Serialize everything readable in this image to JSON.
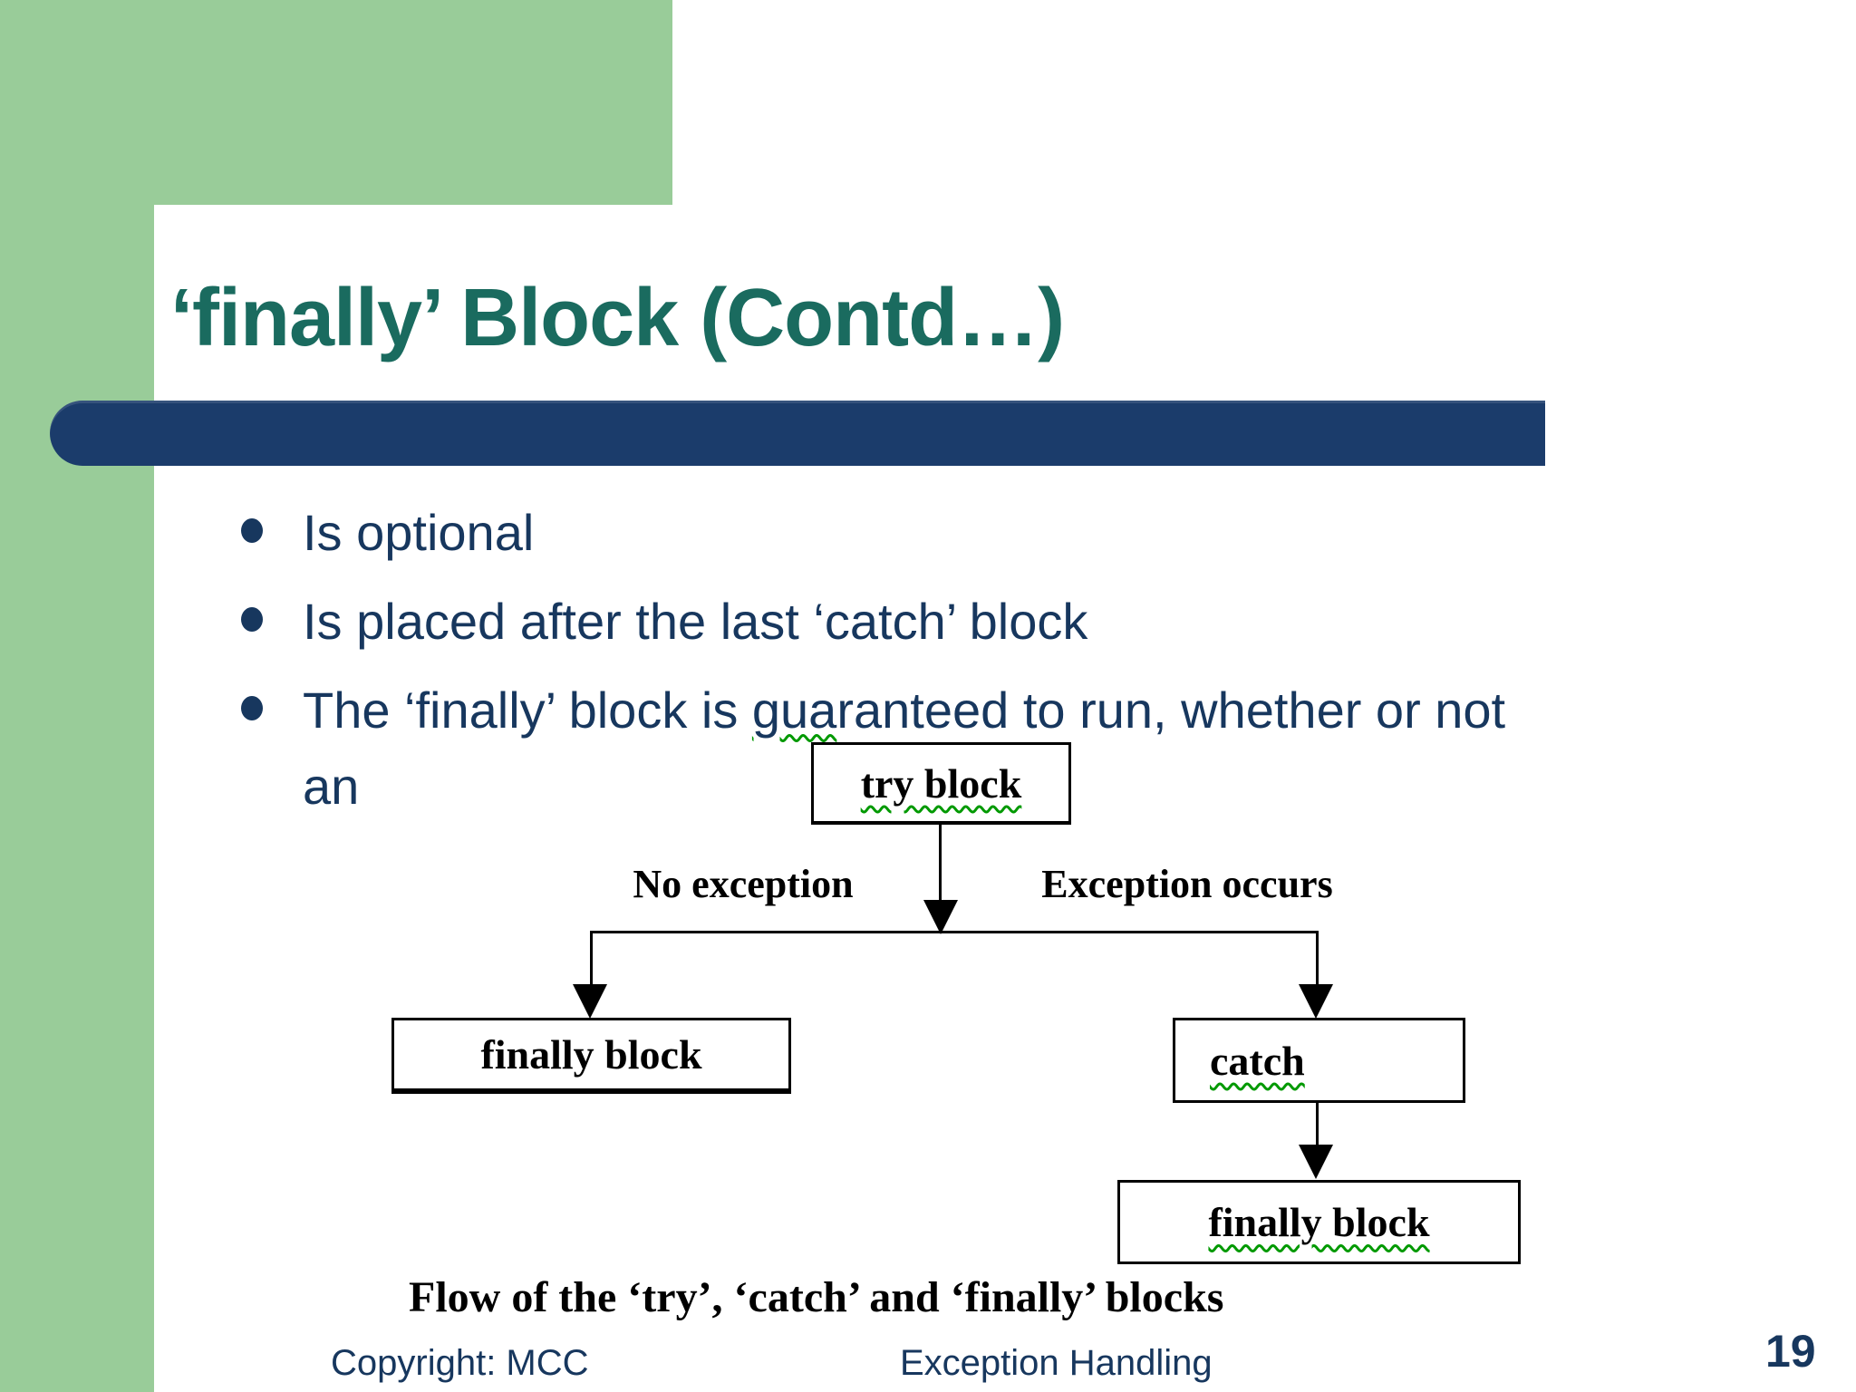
{
  "colors": {
    "green": "#99CC99",
    "teal": "#1A6B5F",
    "navy": "#17375E",
    "bar": "#1B3C6B",
    "diagram_ink": "#000000",
    "squiggle": "#009900"
  },
  "slide": {
    "title": "‘finally’ Block (Contd…)",
    "bullets": {
      "b1": "Is optional",
      "b2": "Is placed after the last ‘catch’ block",
      "b3_part1": "The ‘finally’ block is ",
      "b3_squiggle": "gua",
      "b3_part2": "ranteed to run, whether or not",
      "b3_line2": "an"
    },
    "diagram": {
      "try_label": "try block",
      "no_exception_label": "No exception",
      "exception_occurs_label": "Exception occurs",
      "finally_left_label": "finally block",
      "catch_label": "catch",
      "finally_bottom_label": "finally block",
      "caption": "Flow of the ‘try’, ‘catch’ and ‘finally’ blocks"
    },
    "footer": {
      "copyright": "Copyright: MCC",
      "center": "Exception Handling",
      "page_number": "19"
    }
  }
}
